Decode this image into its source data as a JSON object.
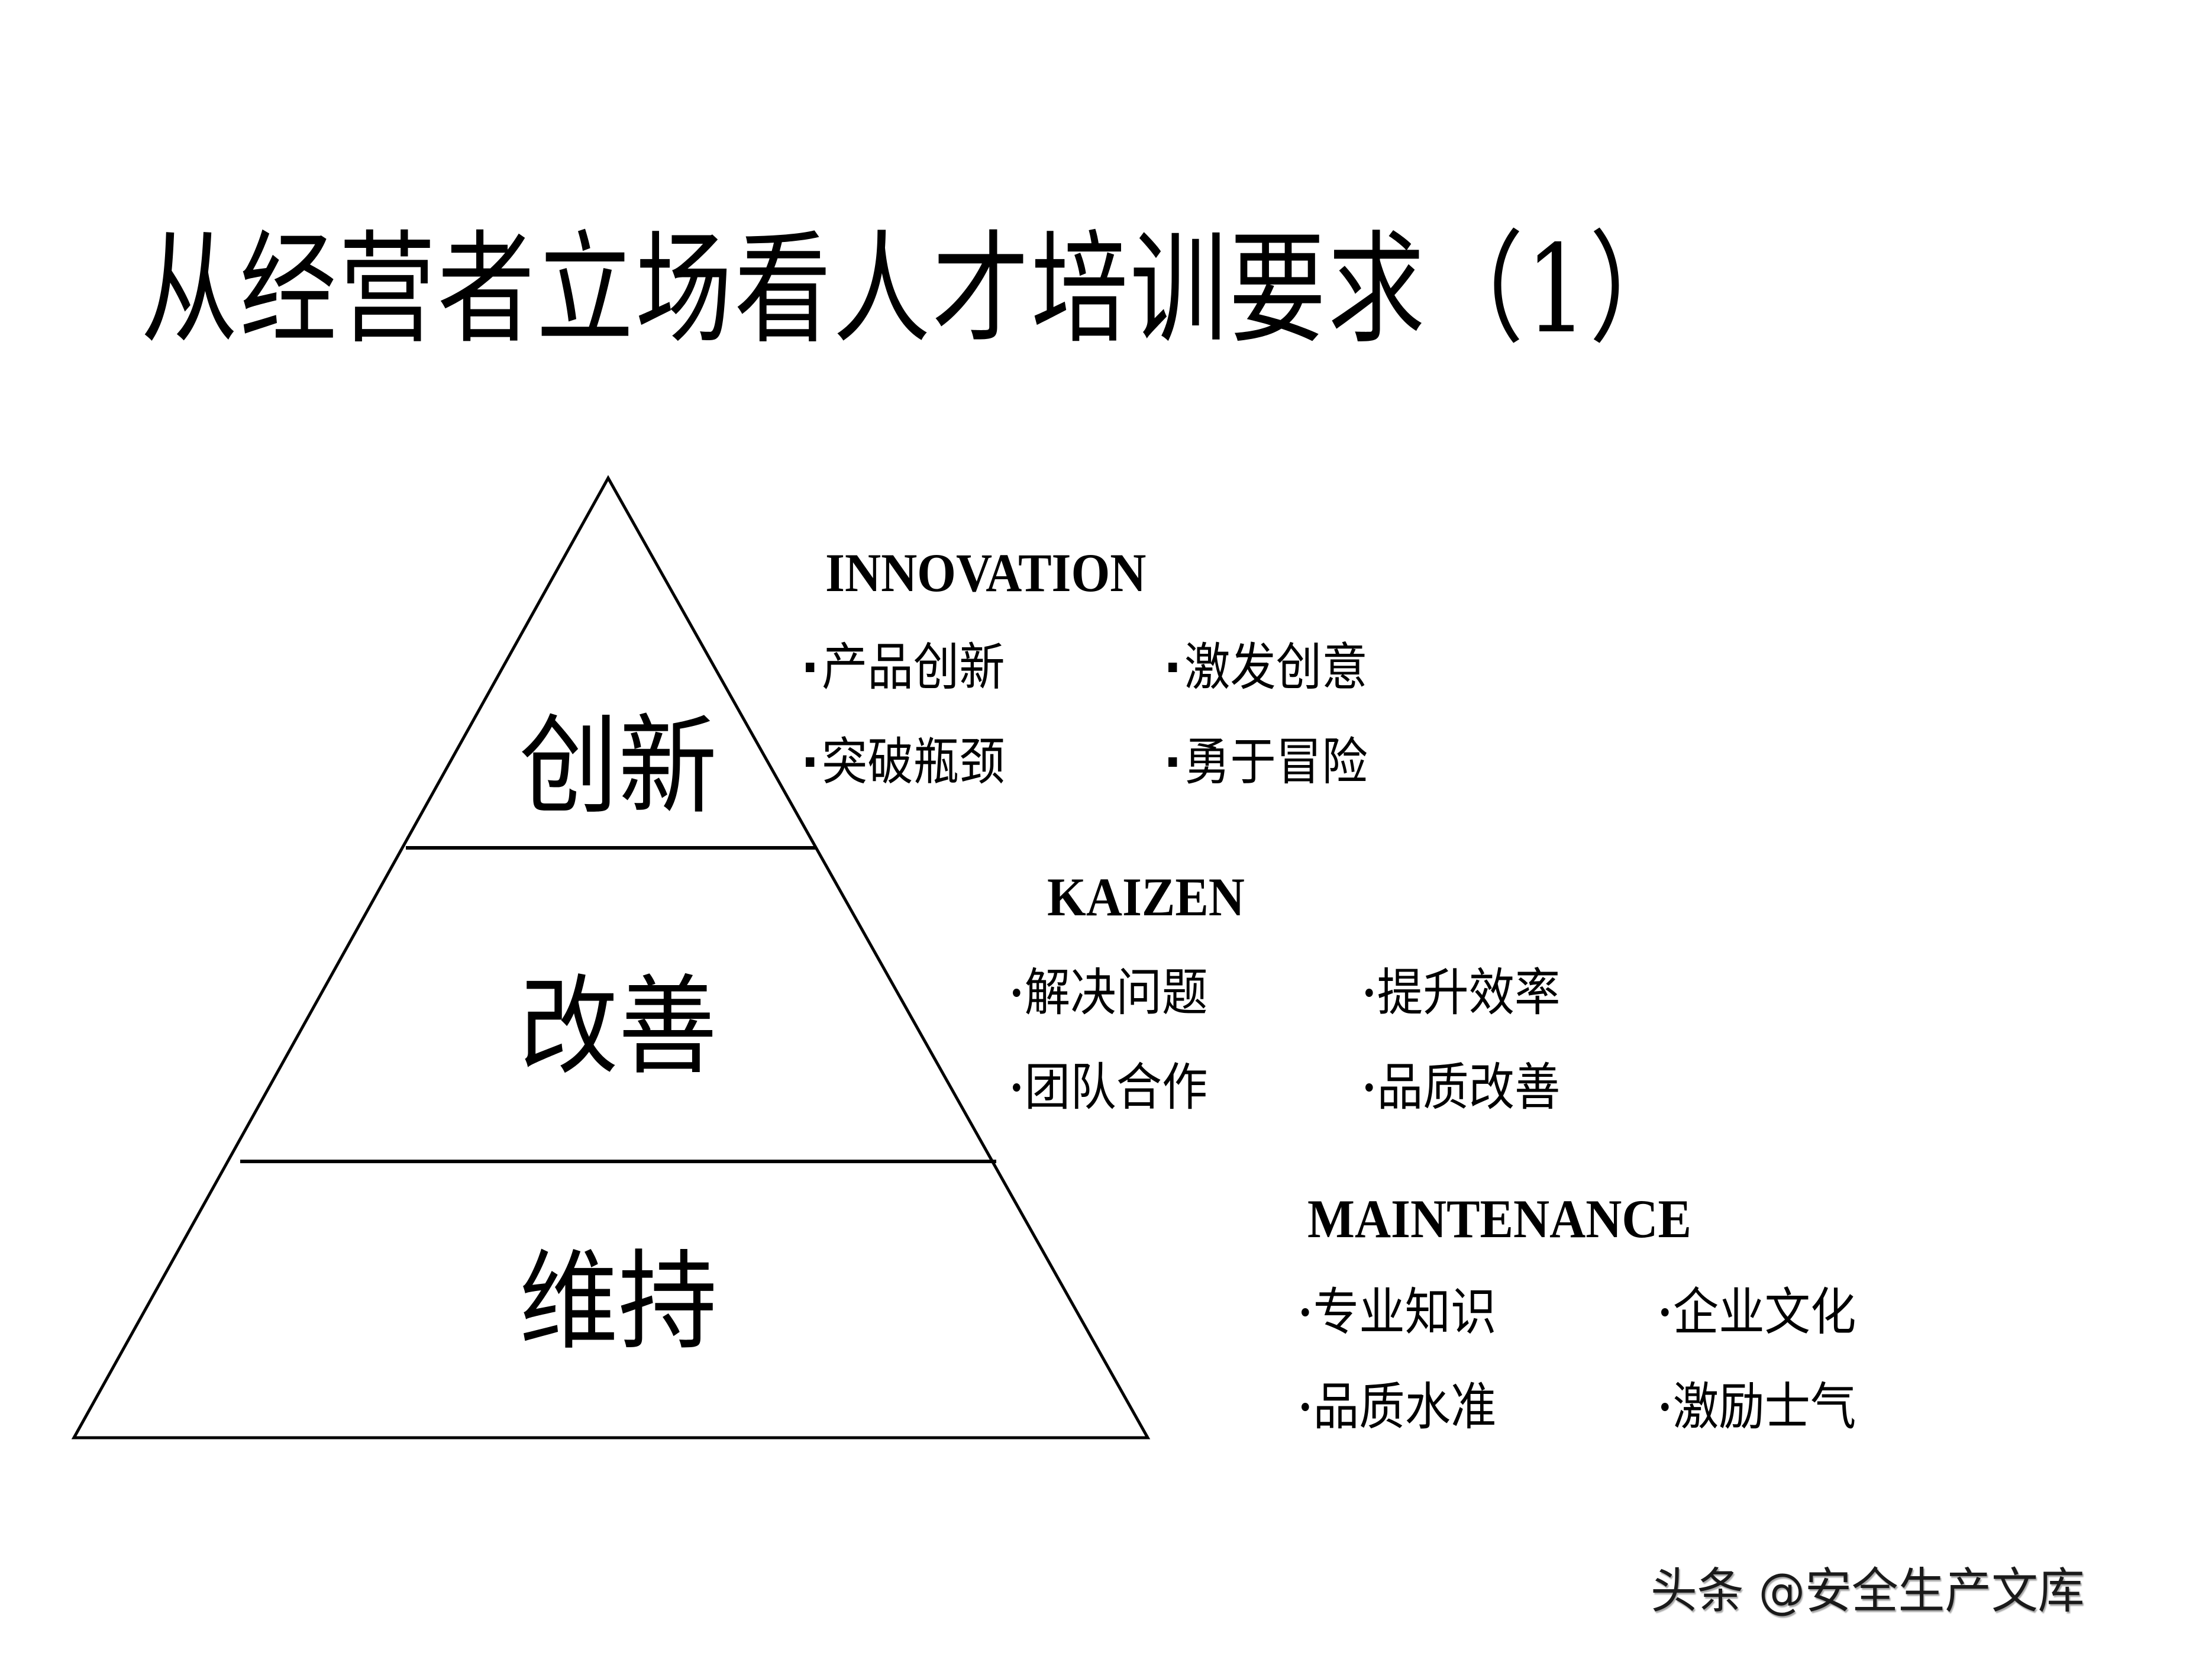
{
  "slide": {
    "title": "从经营者立场看人才培训要求（1）",
    "pyramid": {
      "tiers": [
        {
          "label": "创新"
        },
        {
          "label": "改善"
        },
        {
          "label": "维持"
        }
      ]
    },
    "sections": [
      {
        "heading": "INNOVATION",
        "bullet_style": "square",
        "items": [
          "产品创新",
          "激发创意",
          "突破瓶颈",
          "勇于冒险"
        ]
      },
      {
        "heading": "KAIZEN",
        "bullet_style": "round",
        "items": [
          "解决问题",
          "提升效率",
          "团队合作",
          "品质改善"
        ]
      },
      {
        "heading": "MAINTENANCE",
        "bullet_style": "round",
        "items": [
          "专业知识",
          "企业文化",
          "品质水准",
          "激励士气"
        ]
      }
    ],
    "watermark": "头条 @安全生产文库"
  },
  "colors": {
    "background": "#ffffff",
    "text": "#000000",
    "lines": "#000000",
    "watermark": "#1a1a1a"
  }
}
